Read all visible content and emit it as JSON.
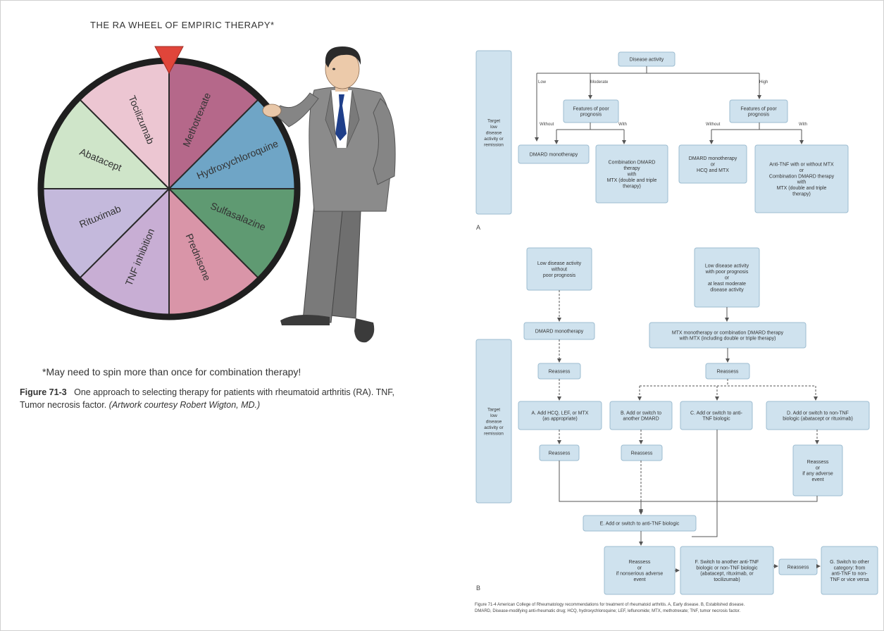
{
  "wheel": {
    "title": "THE RA WHEEL OF EMPIRIC THERAPY*",
    "segments": [
      {
        "label": "Methotrexate",
        "color": "#b5688a"
      },
      {
        "label": "Hydroxychloroquine",
        "color": "#6fa5c6"
      },
      {
        "label": "Sulfasalazine",
        "color": "#5f9a72"
      },
      {
        "label": "Prednisone",
        "color": "#d995a8"
      },
      {
        "label": "TNF inhibition",
        "color": "#c8aed4"
      },
      {
        "label": "Rituximab",
        "color": "#c4b9dc"
      },
      {
        "label": "Abatacept",
        "color": "#cfe5c9"
      },
      {
        "label": "Tocilizumab",
        "color": "#ecc6d2"
      }
    ],
    "pointer_color": "#e0453a",
    "rim_color": "#1f1f1f",
    "footnote": "*May need to spin more than once for combination therapy!",
    "caption_figure": "Figure 71-3",
    "caption_text": "One approach to selecting therapy for patients with rheumatoid arthritis (RA). TNF, Tumor necrosis factor.",
    "caption_credit": "(Artwork courtesy Robert Wigton, MD.)"
  },
  "flow_a": {
    "panel_label": "A",
    "target": [
      "Target",
      "low",
      "disease",
      "activity or",
      "remission"
    ],
    "disease_activity": "Disease activity",
    "edge_low": "Low",
    "edge_moderate": "Moderate",
    "edge_high": "High",
    "poor_prog_left": [
      "Features of poor",
      "prognosis"
    ],
    "poor_prog_right": [
      "Features of poor",
      "prognosis"
    ],
    "without_left": "Without",
    "with_left": "With",
    "without_right": "Without",
    "with_right": "With",
    "dmard_mono": "DMARD monotherapy",
    "combo_dmard": [
      "Combination DMARD",
      "therapy",
      "with",
      "MTX (double and triple",
      "therapy)"
    ],
    "dmard_mono_hcq": [
      "DMARD monotherapy",
      "or",
      "HCQ and MTX"
    ],
    "anti_tnf": [
      "Anti-TNF with or without MTX",
      "or",
      "Combination DMARD therapy",
      "with",
      "MTX (double and triple",
      "therapy)"
    ]
  },
  "flow_b": {
    "panel_label": "B",
    "target": [
      "Target",
      "low",
      "disease",
      "activity or",
      "remission"
    ],
    "low_no_poor": [
      "Low disease activity",
      "without",
      "poor prognosis"
    ],
    "low_with_poor": [
      "Low disease activity",
      "with poor prognosis",
      "or",
      "at least moderate",
      "disease activity"
    ],
    "dmard_mono": "DMARD monotherapy",
    "mtx_mono": [
      "MTX monotherapy or combination DMARD therapy",
      "with MTX (including double or triple therapy)"
    ],
    "reassess": "Reassess",
    "opt_a": [
      "A. Add HCQ, LEF, or MTX",
      "(as appropriate)"
    ],
    "opt_b": [
      "B. Add or switch to",
      "another DMARD"
    ],
    "opt_c": [
      "C. Add or switch to anti-",
      "TNF biologic"
    ],
    "opt_d": [
      "D. Add or switch to non-TNF",
      "biologic (abatacept or rituximab)"
    ],
    "reassess_adverse": [
      "Reassess",
      "or",
      "if any adverse",
      "event"
    ],
    "opt_e": "E. Add or switch to anti-TNF biologic",
    "reassess_serious": [
      "Reassess",
      "or",
      "if nonserious adverse",
      "event"
    ],
    "opt_f": [
      "F. Switch to another anti-TNF",
      "biologic or non-TNF biologic",
      "(abatacept, rituximab, or",
      "tocilizumab)"
    ],
    "opt_g": [
      "G. Switch to other",
      "category: from",
      "anti-TNF to non-",
      "TNF or vice versa"
    ],
    "caption": [
      "Figure 71-4   American College of Rheumatology recommendations for treatment of rheumatoid arthritis. A, Early disease. B, Established disease.",
      "DMARD, Disease-modifying anti-rheumatic drug; HCQ, hydroxychloroquine; LEF, leflunomide; MTX, methotrexate; TNF, tumor necrosis factor."
    ]
  }
}
